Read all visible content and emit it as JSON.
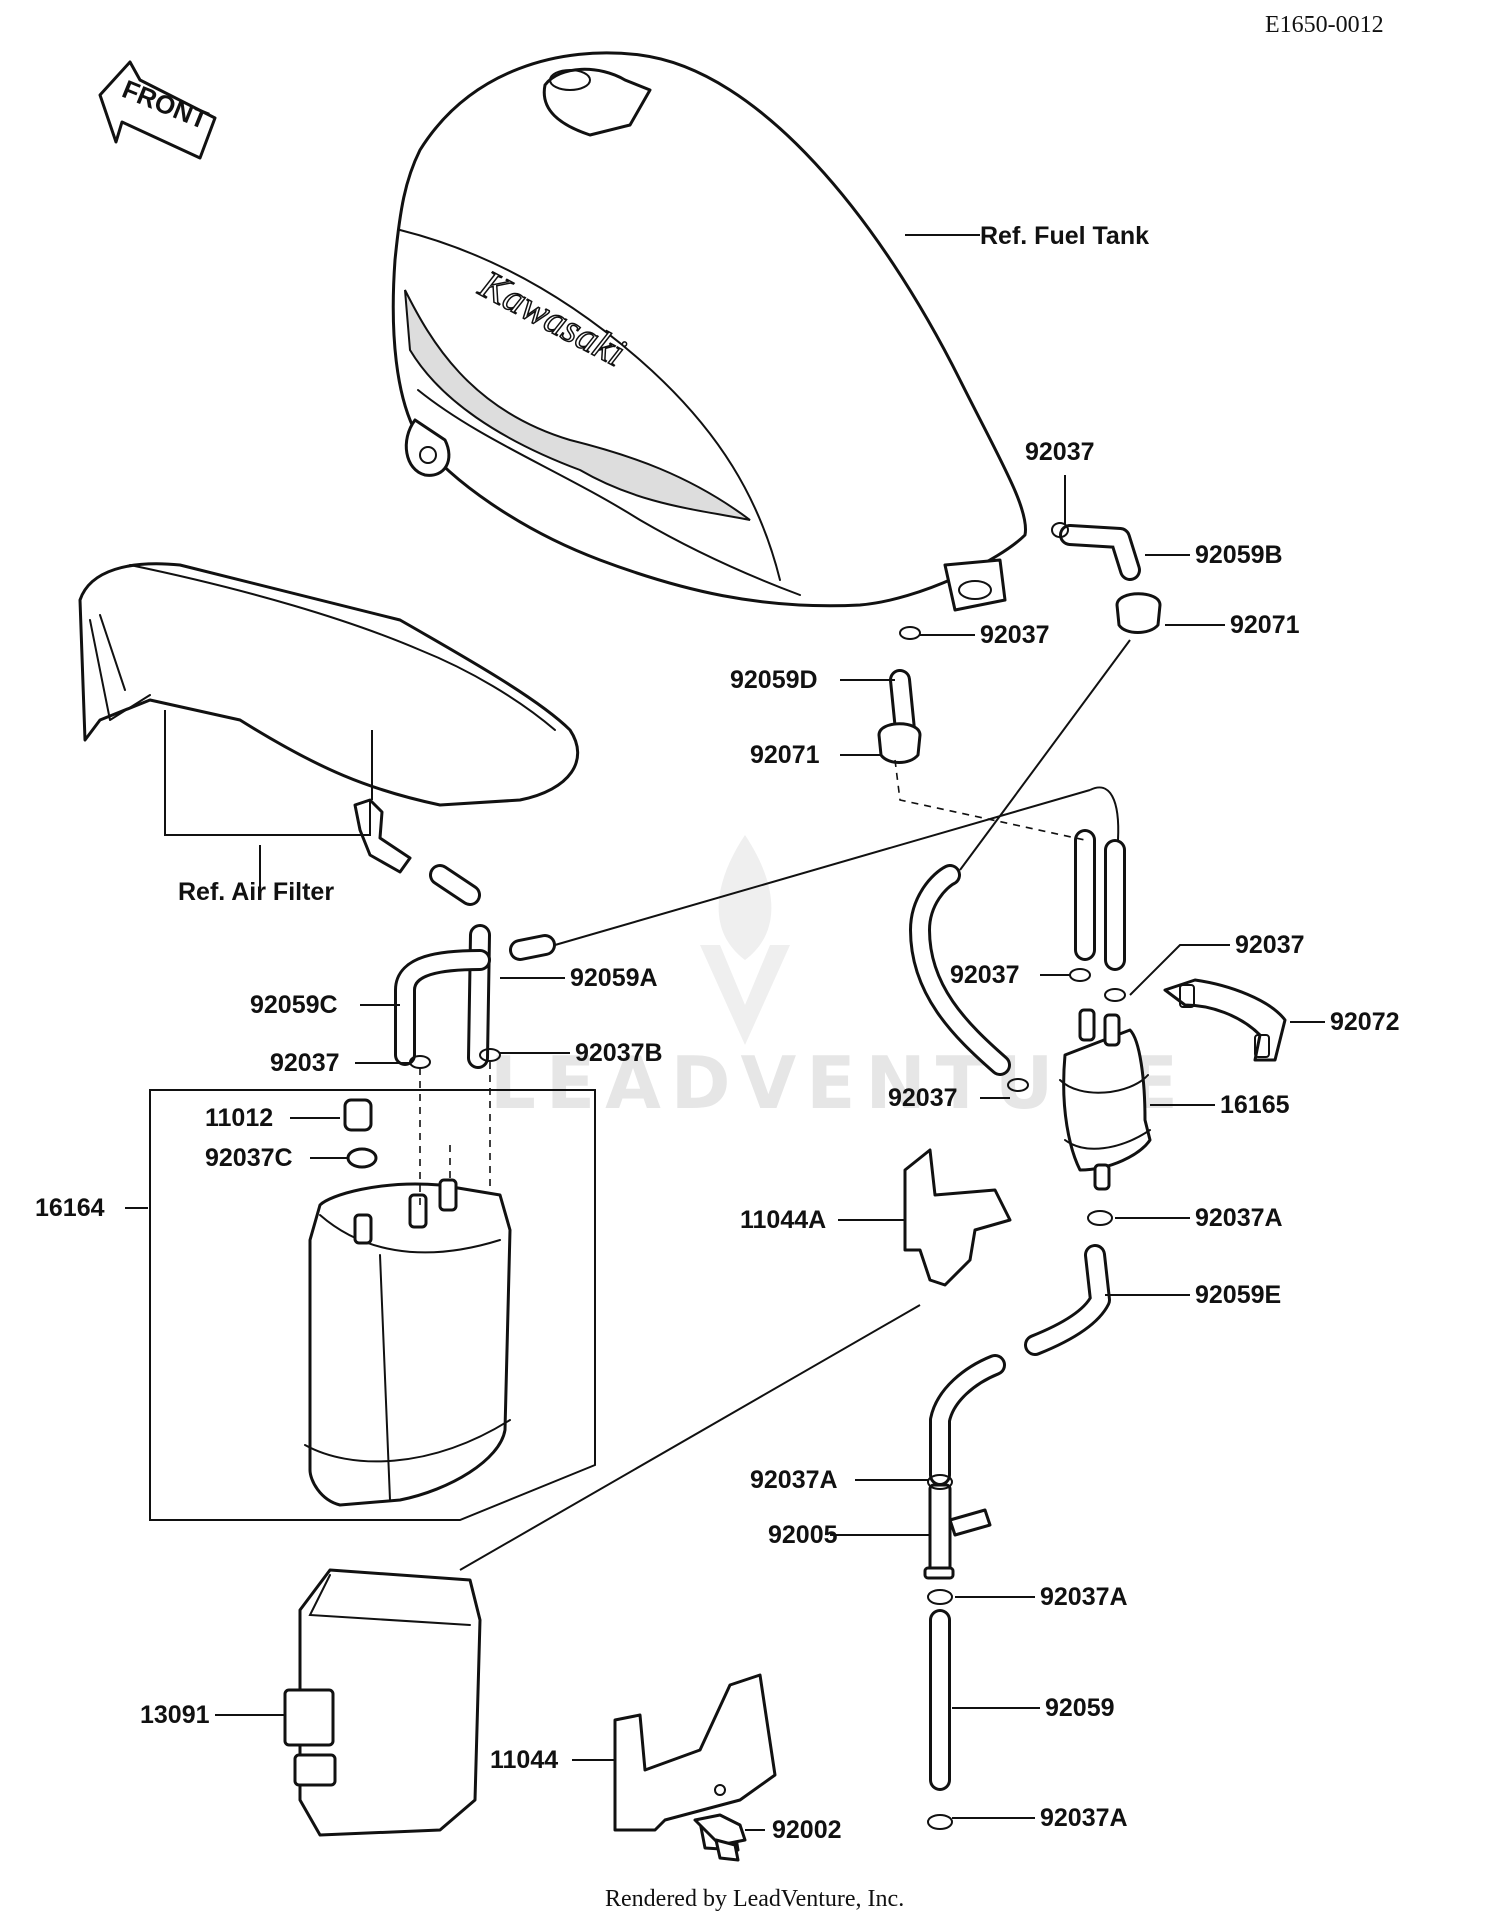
{
  "header": {
    "diagram_code": "E1650-0012"
  },
  "footer": {
    "credit": "Rendered by LeadVenture, Inc."
  },
  "watermark": {
    "text": "LEADVENTURE"
  },
  "orientation": {
    "front_label": "FRONT"
  },
  "tank_logo": "Kawasaki",
  "callouts": {
    "ref_fuel_tank": "Ref. Fuel Tank",
    "ref_air_filter": "Ref. Air Filter",
    "p92037_top": "92037",
    "p92059B": "92059B",
    "p92071_right": "92071",
    "p92037_mid": "92037",
    "p92059D": "92059D",
    "p92071_left": "92071",
    "p92059A": "92059A",
    "p92059C": "92059C",
    "p92037_right_upper": "92037",
    "p92037_right_lower": "92037",
    "p92072": "92072",
    "p92037_left": "92037",
    "p92037B": "92037B",
    "p11012": "11012",
    "p92037C": "92037C",
    "p92037_filter": "92037",
    "p16165": "16165",
    "p16164": "16164",
    "p11044A": "11044A",
    "p92037A_top": "92037A",
    "p92059E": "92059E",
    "p92037A_mid": "92037A",
    "p92005": "92005",
    "p92037A_lower": "92037A",
    "p13091": "13091",
    "p92059": "92059",
    "p11044": "11044",
    "p92037A_bottom": "92037A",
    "p92002": "92002"
  }
}
